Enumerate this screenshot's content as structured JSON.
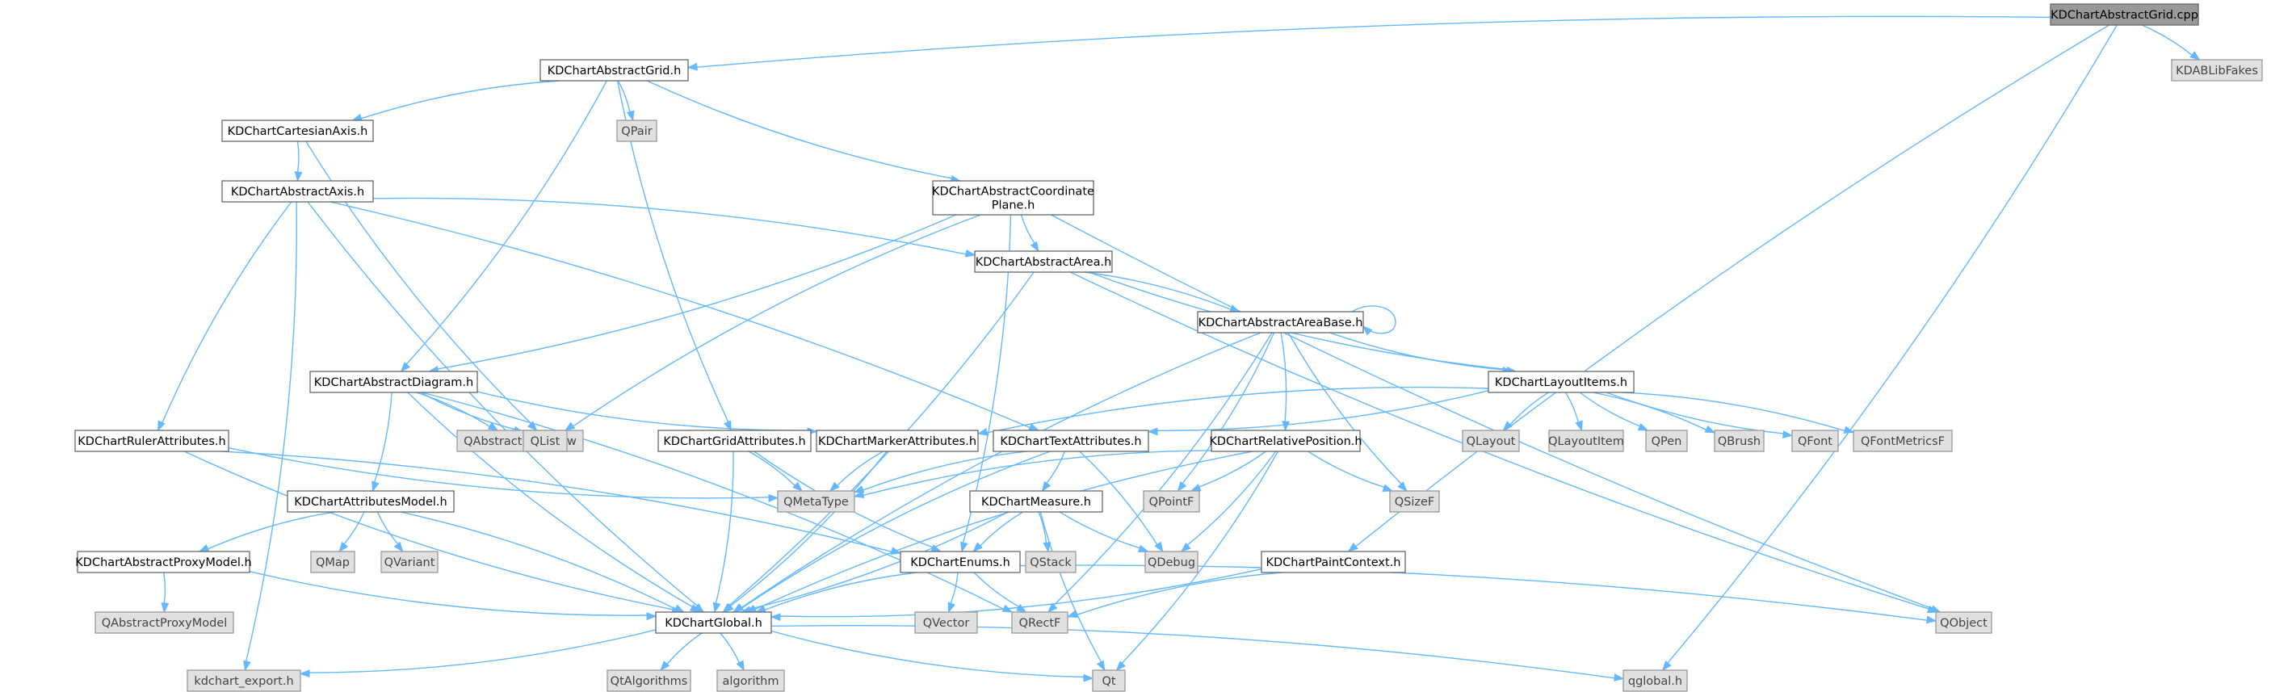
{
  "graph": {
    "colors": {
      "edge": "#63b8ff",
      "root_fill": "#999999",
      "external_fill": "#e0e0e0",
      "project_fill": "#ffffff"
    },
    "nodes": [
      {
        "id": "root",
        "kind": "root",
        "lines": [
          "KDChartAbstractGrid.cpp"
        ]
      },
      {
        "id": "abstractgrid",
        "kind": "project",
        "lines": [
          "KDChartAbstractGrid.h"
        ]
      },
      {
        "id": "kdablibfakes",
        "kind": "external",
        "lines": [
          "KDABLibFakes"
        ]
      },
      {
        "id": "cartesianaxis",
        "kind": "project",
        "lines": [
          "KDChartCartesianAxis.h"
        ]
      },
      {
        "id": "qpair",
        "kind": "external",
        "lines": [
          "QPair"
        ]
      },
      {
        "id": "abstractaxis",
        "kind": "project",
        "lines": [
          "KDChartAbstractAxis.h"
        ]
      },
      {
        "id": "coordplane",
        "kind": "project",
        "lines": [
          "KDChartAbstractCoordinate",
          "Plane.h"
        ]
      },
      {
        "id": "abstractarea",
        "kind": "project",
        "lines": [
          "KDChartAbstractArea.h"
        ]
      },
      {
        "id": "areabase",
        "kind": "project",
        "lines": [
          "KDChartAbstractAreaBase.h"
        ]
      },
      {
        "id": "abstractdiagram",
        "kind": "project",
        "lines": [
          "KDChartAbstractDiagram.h"
        ]
      },
      {
        "id": "layoutitems",
        "kind": "project",
        "lines": [
          "KDChartLayoutItems.h"
        ]
      },
      {
        "id": "rulerattr",
        "kind": "project",
        "lines": [
          "KDChartRulerAttributes.h"
        ]
      },
      {
        "id": "qabstractitemview",
        "kind": "external",
        "lines": [
          "QAbstractItemView"
        ]
      },
      {
        "id": "qlist",
        "kind": "external",
        "lines": [
          "QList"
        ]
      },
      {
        "id": "gridattr",
        "kind": "project",
        "lines": [
          "KDChartGridAttributes.h"
        ]
      },
      {
        "id": "markerattr",
        "kind": "project",
        "lines": [
          "KDChartMarkerAttributes.h"
        ]
      },
      {
        "id": "textattr",
        "kind": "project",
        "lines": [
          "KDChartTextAttributes.h"
        ]
      },
      {
        "id": "relpos",
        "kind": "project",
        "lines": [
          "KDChartRelativePosition.h"
        ]
      },
      {
        "id": "qlayout",
        "kind": "external",
        "lines": [
          "QLayout"
        ]
      },
      {
        "id": "qlayoutitem",
        "kind": "external",
        "lines": [
          "QLayoutItem"
        ]
      },
      {
        "id": "qpen",
        "kind": "external",
        "lines": [
          "QPen"
        ]
      },
      {
        "id": "qbrush",
        "kind": "external",
        "lines": [
          "QBrush"
        ]
      },
      {
        "id": "qfont",
        "kind": "external",
        "lines": [
          "QFont"
        ]
      },
      {
        "id": "qfontmetricsf",
        "kind": "external",
        "lines": [
          "QFontMetricsF"
        ]
      },
      {
        "id": "attrmodel",
        "kind": "project",
        "lines": [
          "KDChartAttributesModel.h"
        ]
      },
      {
        "id": "qmetatype",
        "kind": "external",
        "lines": [
          "QMetaType"
        ]
      },
      {
        "id": "measure",
        "kind": "project",
        "lines": [
          "KDChartMeasure.h"
        ]
      },
      {
        "id": "qpointf",
        "kind": "external",
        "lines": [
          "QPointF"
        ]
      },
      {
        "id": "qsizef",
        "kind": "external",
        "lines": [
          "QSizeF"
        ]
      },
      {
        "id": "proxymodel",
        "kind": "project",
        "lines": [
          "KDChartAbstractProxyModel.h"
        ]
      },
      {
        "id": "qmap",
        "kind": "external",
        "lines": [
          "QMap"
        ]
      },
      {
        "id": "qvariant",
        "kind": "external",
        "lines": [
          "QVariant"
        ]
      },
      {
        "id": "enums",
        "kind": "project",
        "lines": [
          "KDChartEnums.h"
        ]
      },
      {
        "id": "qstack",
        "kind": "external",
        "lines": [
          "QStack"
        ]
      },
      {
        "id": "qdebug",
        "kind": "external",
        "lines": [
          "QDebug"
        ]
      },
      {
        "id": "paintcontext",
        "kind": "project",
        "lines": [
          "KDChartPaintContext.h"
        ]
      },
      {
        "id": "qabstractproxymodel",
        "kind": "external",
        "lines": [
          "QAbstractProxyModel"
        ]
      },
      {
        "id": "global",
        "kind": "project",
        "lines": [
          "KDChartGlobal.h"
        ]
      },
      {
        "id": "qvector",
        "kind": "external",
        "lines": [
          "QVector"
        ]
      },
      {
        "id": "qrectf",
        "kind": "external",
        "lines": [
          "QRectF"
        ]
      },
      {
        "id": "qobject",
        "kind": "external",
        "lines": [
          "QObject"
        ]
      },
      {
        "id": "kdchart_export",
        "kind": "external",
        "lines": [
          "kdchart_export.h"
        ]
      },
      {
        "id": "qtalgorithms",
        "kind": "external",
        "lines": [
          "QtAlgorithms"
        ]
      },
      {
        "id": "algorithm",
        "kind": "external",
        "lines": [
          "algorithm"
        ]
      },
      {
        "id": "qt",
        "kind": "external",
        "lines": [
          "Qt"
        ]
      },
      {
        "id": "qglobal",
        "kind": "external",
        "lines": [
          "qglobal.h"
        ]
      }
    ],
    "edges": [
      [
        "root",
        "abstractgrid"
      ],
      [
        "root",
        "kdablibfakes"
      ],
      [
        "root",
        "paintcontext"
      ],
      [
        "root",
        "qglobal"
      ],
      [
        "abstractgrid",
        "cartesianaxis"
      ],
      [
        "abstractgrid",
        "qpair"
      ],
      [
        "abstractgrid",
        "coordplane"
      ],
      [
        "abstractgrid",
        "abstractdiagram"
      ],
      [
        "abstractgrid",
        "gridattr"
      ],
      [
        "cartesianaxis",
        "abstractaxis"
      ],
      [
        "cartesianaxis",
        "qlist"
      ],
      [
        "abstractaxis",
        "abstractarea"
      ],
      [
        "abstractaxis",
        "rulerattr"
      ],
      [
        "abstractaxis",
        "textattr"
      ],
      [
        "abstractaxis",
        "global"
      ],
      [
        "abstractaxis",
        "kdchart_export"
      ],
      [
        "coordplane",
        "abstractarea"
      ],
      [
        "coordplane",
        "abstractdiagram"
      ],
      [
        "coordplane",
        "qlist"
      ],
      [
        "coordplane",
        "enums"
      ],
      [
        "coordplane",
        "qobject"
      ],
      [
        "abstractarea",
        "areabase"
      ],
      [
        "abstractarea",
        "layoutitems"
      ],
      [
        "abstractarea",
        "global"
      ],
      [
        "abstractarea",
        "qobject"
      ],
      [
        "areabase",
        "areabase"
      ],
      [
        "areabase",
        "layoutitems"
      ],
      [
        "areabase",
        "relpos"
      ],
      [
        "areabase",
        "global"
      ],
      [
        "areabase",
        "qpointf"
      ],
      [
        "areabase",
        "qsizef"
      ],
      [
        "areabase",
        "qrectf"
      ],
      [
        "abstractdiagram",
        "qlist"
      ],
      [
        "abstractdiagram",
        "qabstractitemview"
      ],
      [
        "abstractdiagram",
        "markerattr"
      ],
      [
        "abstractdiagram",
        "attrmodel"
      ],
      [
        "abstractdiagram",
        "global"
      ],
      [
        "abstractdiagram",
        "qrectf"
      ],
      [
        "layoutitems",
        "markerattr"
      ],
      [
        "layoutitems",
        "textattr"
      ],
      [
        "layoutitems",
        "qlayout"
      ],
      [
        "layoutitems",
        "qlayoutitem"
      ],
      [
        "layoutitems",
        "qpen"
      ],
      [
        "layoutitems",
        "qbrush"
      ],
      [
        "layoutitems",
        "qfont"
      ],
      [
        "layoutitems",
        "qfontmetricsf"
      ],
      [
        "rulerattr",
        "qmetatype"
      ],
      [
        "rulerattr",
        "enums"
      ],
      [
        "rulerattr",
        "global"
      ],
      [
        "gridattr",
        "qmetatype"
      ],
      [
        "gridattr",
        "enums"
      ],
      [
        "gridattr",
        "global"
      ],
      [
        "markerattr",
        "qmetatype"
      ],
      [
        "markerattr",
        "global"
      ],
      [
        "textattr",
        "qmetatype"
      ],
      [
        "textattr",
        "measure"
      ],
      [
        "textattr",
        "global"
      ],
      [
        "textattr",
        "qdebug"
      ],
      [
        "relpos",
        "qmetatype"
      ],
      [
        "relpos",
        "qpointf"
      ],
      [
        "relpos",
        "qsizef"
      ],
      [
        "relpos",
        "qdebug"
      ],
      [
        "relpos",
        "global"
      ],
      [
        "relpos",
        "qt"
      ],
      [
        "attrmodel",
        "proxymodel"
      ],
      [
        "attrmodel",
        "qmap"
      ],
      [
        "attrmodel",
        "qvariant"
      ],
      [
        "attrmodel",
        "global"
      ],
      [
        "measure",
        "enums"
      ],
      [
        "measure",
        "qstack"
      ],
      [
        "measure",
        "qdebug"
      ],
      [
        "measure",
        "global"
      ],
      [
        "measure",
        "qt"
      ],
      [
        "proxymodel",
        "qabstractproxymodel"
      ],
      [
        "proxymodel",
        "global"
      ],
      [
        "enums",
        "qvector"
      ],
      [
        "enums",
        "qrectf"
      ],
      [
        "enums",
        "qobject"
      ],
      [
        "enums",
        "global"
      ],
      [
        "paintcontext",
        "global"
      ],
      [
        "paintcontext",
        "qrectf"
      ],
      [
        "global",
        "kdchart_export"
      ],
      [
        "global",
        "qtalgorithms"
      ],
      [
        "global",
        "algorithm"
      ],
      [
        "global",
        "qt"
      ],
      [
        "global",
        "qglobal"
      ]
    ]
  }
}
